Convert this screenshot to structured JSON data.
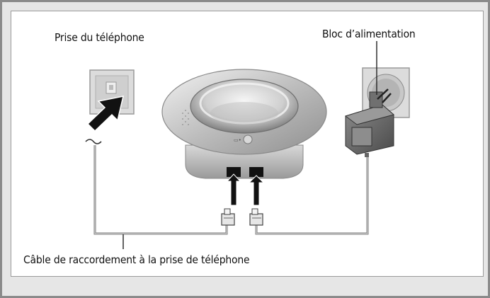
{
  "labels": {
    "phone_socket": "Prise du téléphone",
    "power_supply": "Bloc d’alimentation",
    "cable": "Câble de raccordement à la prise de téléphone"
  },
  "icons": {
    "phone_socket": "wall-phone-socket-icon",
    "power_outlet": "wall-power-outlet-icon",
    "base": "base-station-icon",
    "adapter": "power-adapter-icon"
  },
  "colors": {
    "frame": "#8a8a8a",
    "arrow": "#111111",
    "cable": "#777777"
  }
}
